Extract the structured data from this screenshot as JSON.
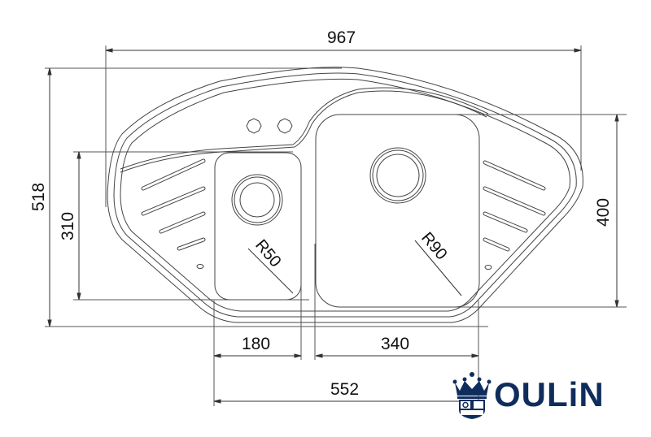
{
  "drawing": {
    "subject": "corner double-bowl sink with two drainboards",
    "line_color": "#444444",
    "dimensions": {
      "overall_width": "967",
      "overall_depth": "518",
      "small_bowl_depth": "310",
      "large_bowl_depth": "400",
      "small_bowl_width": "180",
      "large_bowl_width": "340",
      "bowls_total_width": "552"
    },
    "radii": {
      "small_bowl_corner": "R50",
      "large_bowl_corner": "R90"
    },
    "features": [
      "tap-hole",
      "tap-hole",
      "small-bowl-drain",
      "large-bowl-drain",
      "left-drainboard-grooves",
      "right-drainboard-grooves"
    ]
  },
  "brand": {
    "name": "OULiN",
    "color": "#0f2d5c",
    "icon": "crown-shield-icon"
  }
}
